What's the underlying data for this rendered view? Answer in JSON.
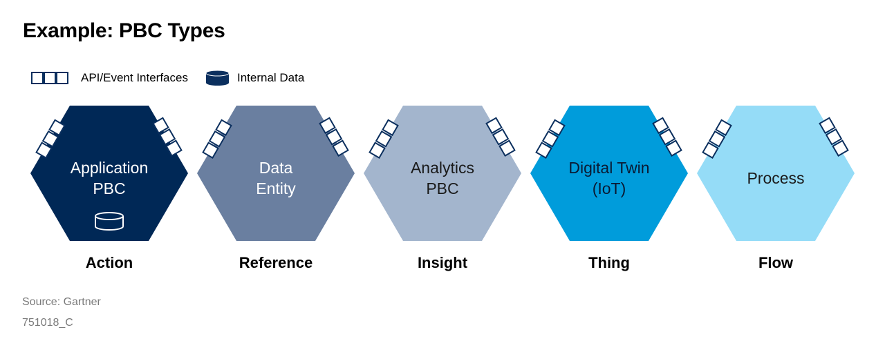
{
  "title": "Example: PBC Types",
  "legend": {
    "interfaces_label": "API/Event Interfaces",
    "data_label": "Internal Data",
    "interface_icon": "interface-squares-icon",
    "data_icon": "database-cylinder-icon"
  },
  "pbc_types": [
    {
      "line1": "Application",
      "line2": "PBC",
      "category": "Action",
      "fill": "#002856",
      "text_color": "#ffffff",
      "has_internal_data": true
    },
    {
      "line1": "Data",
      "line2": "Entity",
      "category": "Reference",
      "fill": "#6a7fa0",
      "text_color": "#ffffff",
      "has_internal_data": false
    },
    {
      "line1": "Analytics",
      "line2": "PBC",
      "category": "Insight",
      "fill": "#a3b5cd",
      "text_color": "#1a1a1a",
      "has_internal_data": false
    },
    {
      "line1": "Digital Twin",
      "line2": "(IoT)",
      "category": "Thing",
      "fill": "#009cdb",
      "text_color": "#0a1a33",
      "has_internal_data": false
    },
    {
      "line1": "Process",
      "line2": "",
      "category": "Flow",
      "fill": "#95dcf7",
      "text_color": "#1a1a1a",
      "has_internal_data": false
    }
  ],
  "colors": {
    "interface_border": "#0b2f5e",
    "footer_text": "#7a7a7a"
  },
  "footer": {
    "source": "Source: Gartner",
    "code": "751018_C"
  }
}
